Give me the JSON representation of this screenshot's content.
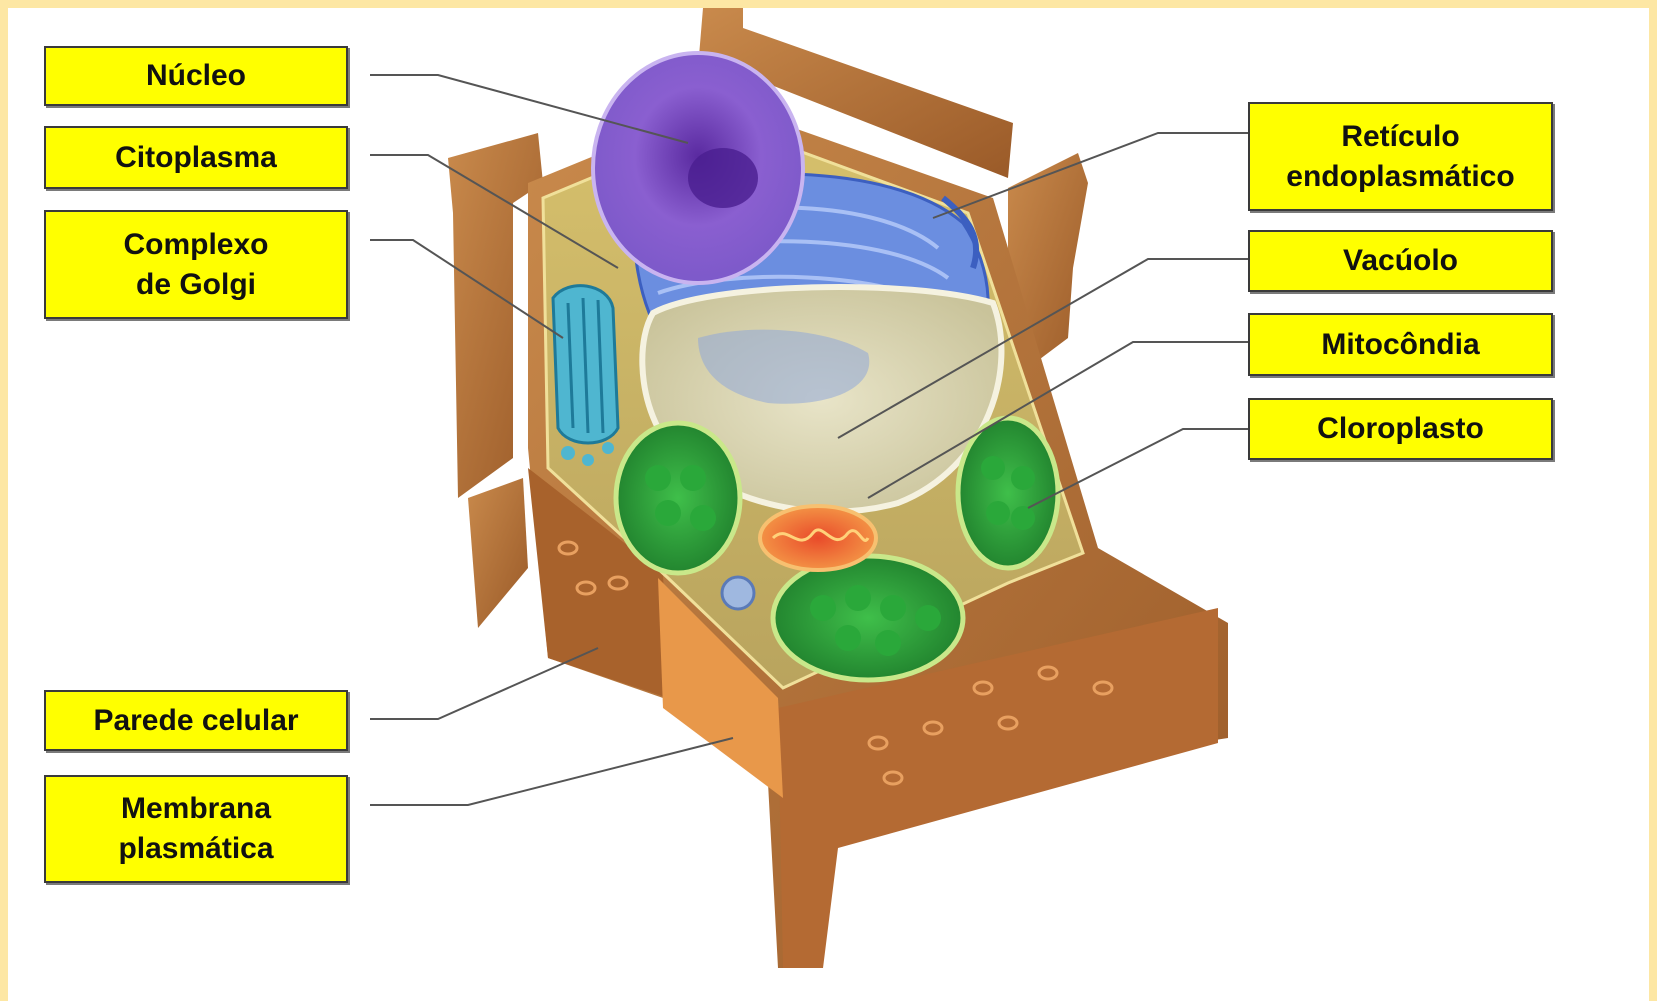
{
  "colors": {
    "background_border": "#fde7a4",
    "label_fill": "#ffff00",
    "cell_wall": "#b8733a",
    "cytoplasm": "#c7b56a",
    "nucleus": "#7b4fc0",
    "endoplasmic_reticulum": "#5b7fd8",
    "golgi": "#3aa8c8",
    "vacuole": "#d8d3b0",
    "mitochondrion": "#f08a3c",
    "chloroplast": "#2e9e3e"
  },
  "labels_left": [
    {
      "id": "nucleo",
      "text": "Núcleo"
    },
    {
      "id": "citoplasma",
      "text": "Citoplasma"
    },
    {
      "id": "golgi",
      "text": "Complexo\nde Golgi"
    },
    {
      "id": "parede",
      "text": "Parede celular"
    },
    {
      "id": "membrana",
      "text": "Membrana\nplasmática"
    }
  ],
  "labels_right": [
    {
      "id": "reticulo",
      "text": "Retículo\nendoplasmático"
    },
    {
      "id": "vacuolo",
      "text": "Vacúolo"
    },
    {
      "id": "mitocondria",
      "text": "Mitocôndia"
    },
    {
      "id": "cloroplasto",
      "text": "Cloroplasto"
    }
  ]
}
